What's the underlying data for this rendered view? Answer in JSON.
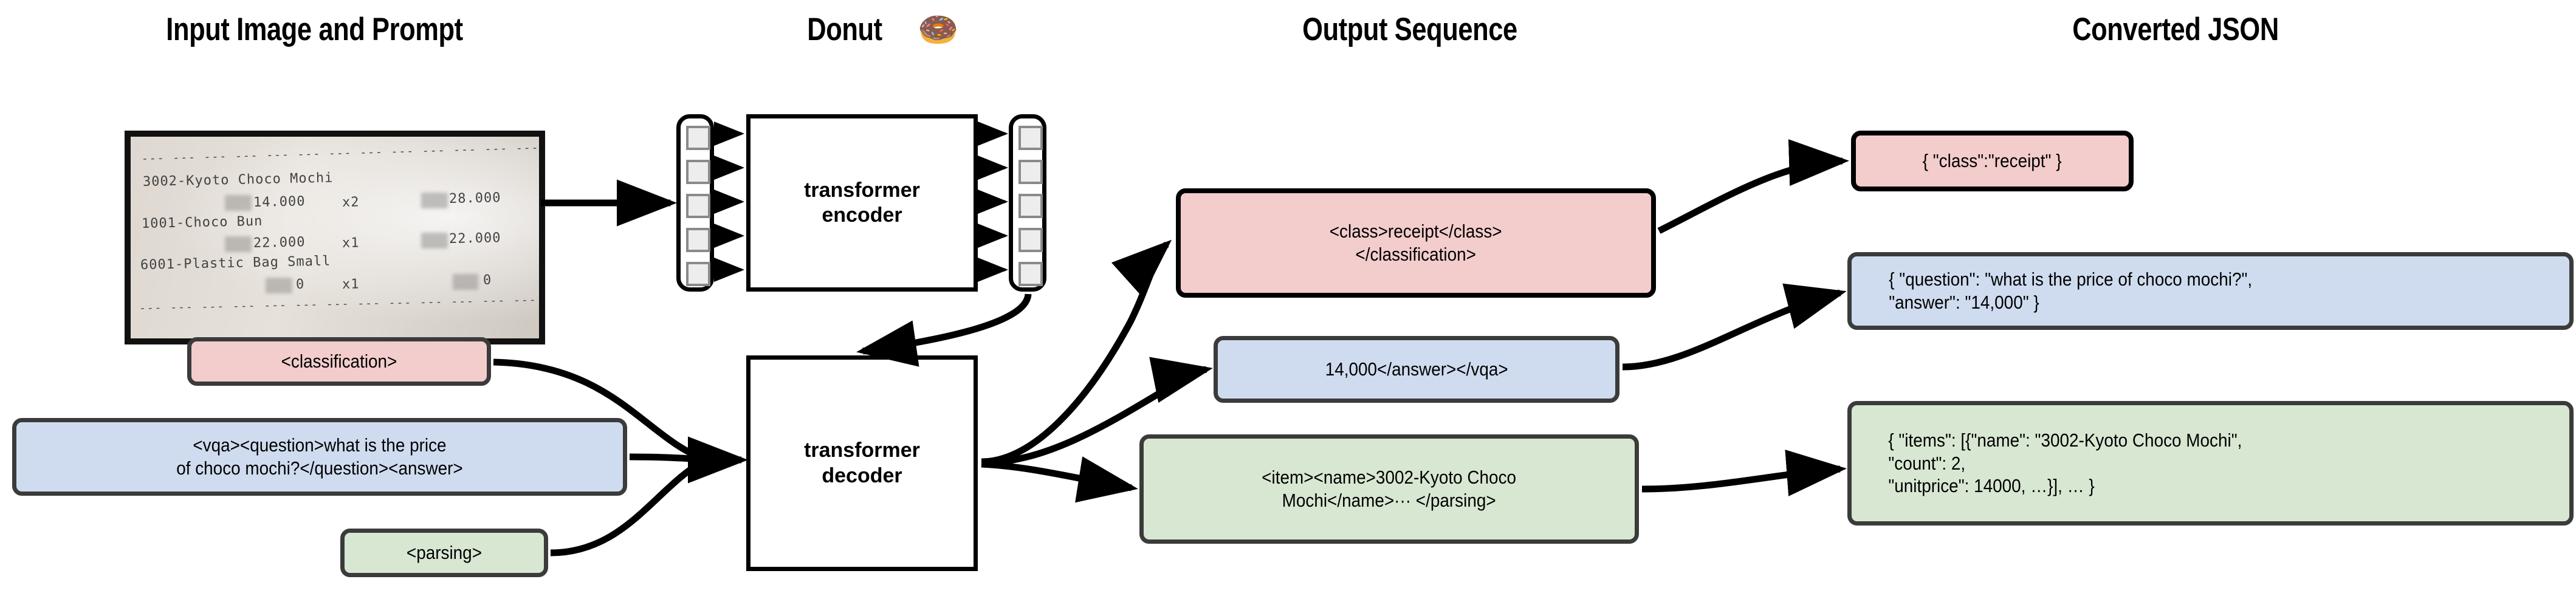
{
  "columns": [
    {
      "id": "input",
      "label": "Input Image and Prompt"
    },
    {
      "id": "donut",
      "label": "Donut"
    },
    {
      "id": "output",
      "label": "Output Sequence"
    },
    {
      "id": "json",
      "label": "Converted JSON"
    }
  ],
  "donut_icon": "🍩",
  "receipt": {
    "top_rule": "--- --- --- --- --- --- --- --- --- --- --- --- --- --- --- --- ---",
    "bottom_rule": "--- --- --- --- --- --- --- --- --- --- --- --- --- --- --- --- ---",
    "lines": [
      {
        "name": "3002-Kyoto Choco Mochi",
        "unit": "14.000",
        "qty": "x2",
        "total": "28.000"
      },
      {
        "name": "1001-Choco Bun",
        "unit": "22.000",
        "qty": "x1",
        "total": "22.000"
      },
      {
        "name": "6001-Plastic Bag Small",
        "unit": "0",
        "qty": "x1",
        "total": "0"
      }
    ]
  },
  "encoder": {
    "label": "transformer\nencoder",
    "input_token_count": 5,
    "output_token_count": 5
  },
  "decoder": {
    "label": "transformer\ndecoder"
  },
  "prompts": [
    {
      "id": "classification",
      "text": "<classification>",
      "color": "pink"
    },
    {
      "id": "vqa",
      "text": "<vqa><question>what is the price\nof choco mochi?</question><answer>",
      "color": "blue"
    },
    {
      "id": "parsing",
      "text": "<parsing>",
      "color": "green"
    }
  ],
  "outputs": [
    {
      "id": "class-out",
      "text": "<class>receipt</class>\n</classification>",
      "color": "pink"
    },
    {
      "id": "vqa-out",
      "text": "14,000</answer></vqa>",
      "color": "blue"
    },
    {
      "id": "parse-out",
      "text": "<item><name>3002-Kyoto Choco\nMochi</name>··· </parsing>",
      "color": "green"
    }
  ],
  "converted": [
    {
      "id": "class-json",
      "text": "{ \"class\":\"receipt\" }",
      "color": "pink"
    },
    {
      "id": "vqa-json",
      "text": "{ \"question\": \"what is the price of choco mochi?\",\n   \"answer\": \"14,000\" }",
      "color": "blue"
    },
    {
      "id": "parse-json",
      "text": "{ \"items\": [{\"name\": \"3002-Kyoto Choco Mochi\",\n      \"count\": 2,\n      \"unitprice\": 14000, …}], … }",
      "color": "green"
    }
  ],
  "colors": {
    "pink": "#f3cccc",
    "blue": "#cfdcef",
    "green": "#d8e7d2",
    "border": "#3b3b3b",
    "stroke": "#000000",
    "token_fill": "#ededed",
    "token_border": "#8a8a8a"
  }
}
